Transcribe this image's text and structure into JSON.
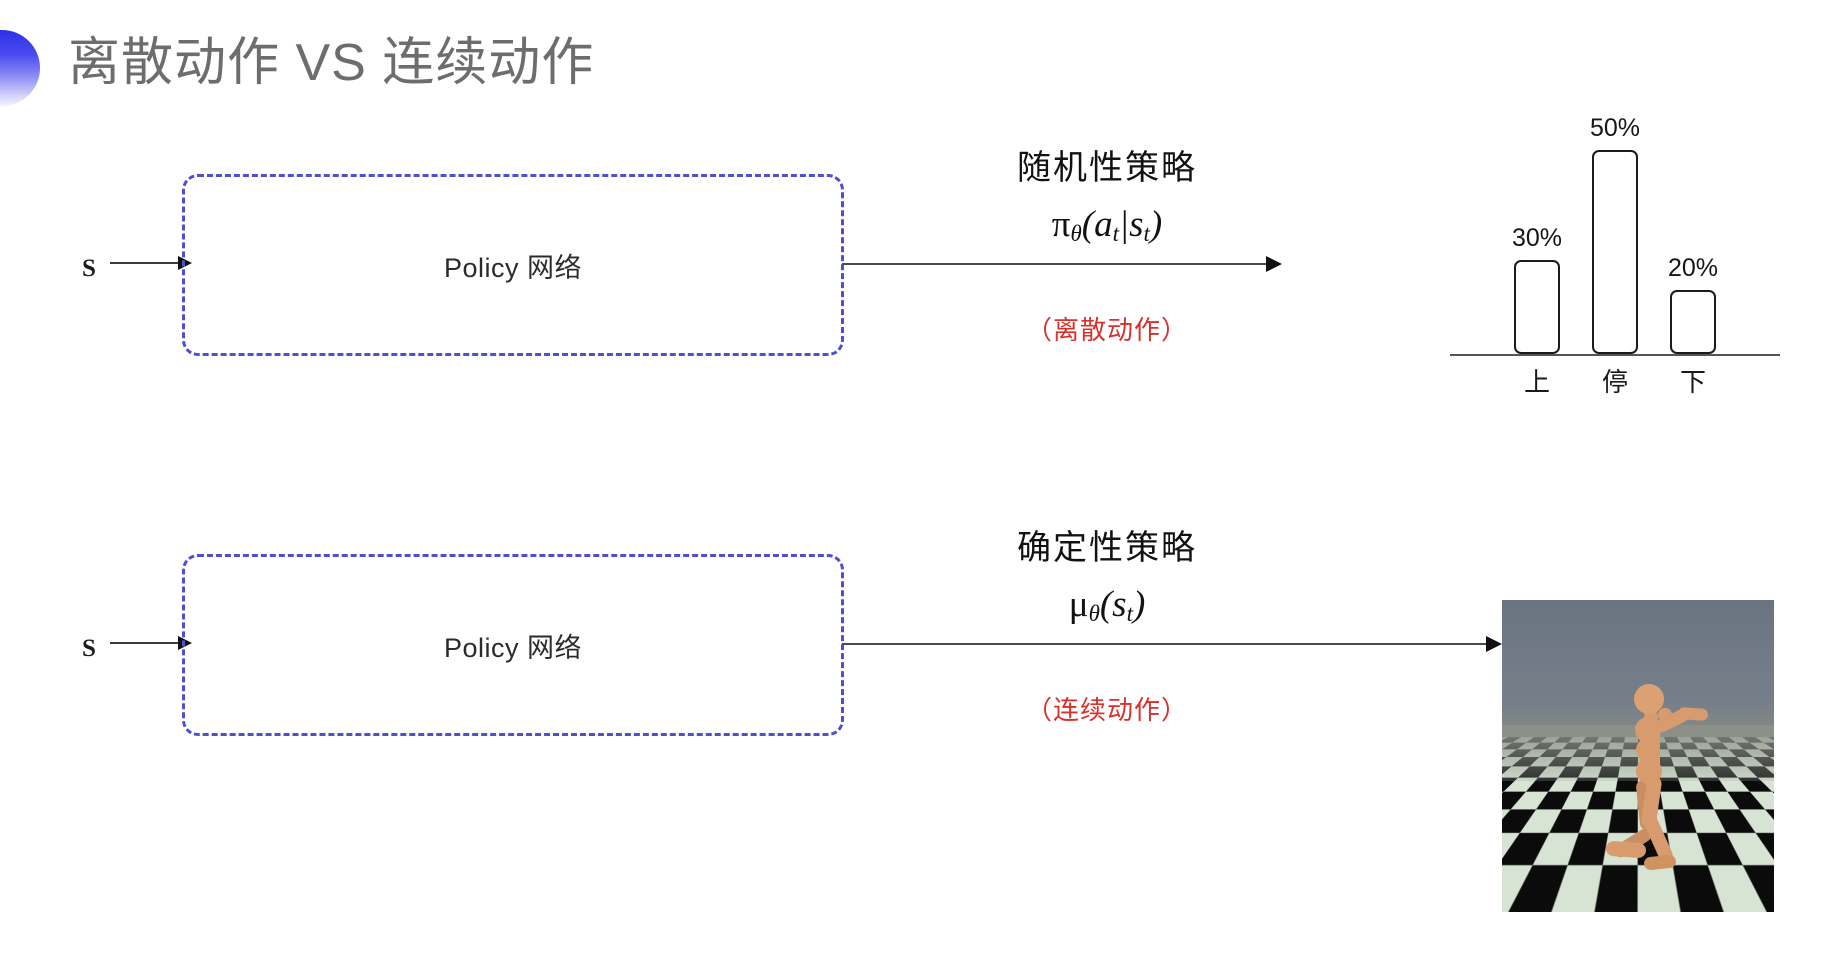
{
  "slide": {
    "title": "离散动作 VS 连续动作",
    "bullet_color": "#2f2fe8",
    "title_color": "#6d6d6d"
  },
  "rows": [
    {
      "id": "discrete",
      "input_label": "S",
      "policy_box_label": "Policy 网络",
      "policy_box_border_color": "#4f4fcf",
      "annotation_title": "随机性策略",
      "annotation_formula": "π_θ(a_t|s_t)",
      "annotation_note": "（离散动作）",
      "annotation_note_color": "#d8312c"
    },
    {
      "id": "continuous",
      "input_label": "S",
      "policy_box_label": "Policy 网络",
      "policy_box_border_color": "#4f4fcf",
      "annotation_title": "确定性策略",
      "annotation_formula": "μ_θ(s_t)",
      "annotation_note": "（连续动作）",
      "annotation_note_color": "#d8312c"
    }
  ],
  "chart_data": {
    "type": "bar",
    "title": "",
    "categories": [
      "上",
      "停",
      "下"
    ],
    "values": [
      30,
      50,
      20
    ],
    "value_labels": [
      "30%",
      "50%",
      "20%"
    ],
    "xlabel": "",
    "ylabel": "",
    "ylim": [
      0,
      60
    ],
    "grid": false,
    "legend": "none",
    "bar_fill": "#ffffff",
    "bar_stroke": "#1b1b1b",
    "axis_color": "#555555"
  },
  "sim": {
    "caption": "",
    "alt_name": "mujoco-humanoid-simulation",
    "sky_color": "#6e7883",
    "floor_colors": [
      "#0b0b0b",
      "#d7e4d4"
    ],
    "body_color": "#d79b6d"
  }
}
